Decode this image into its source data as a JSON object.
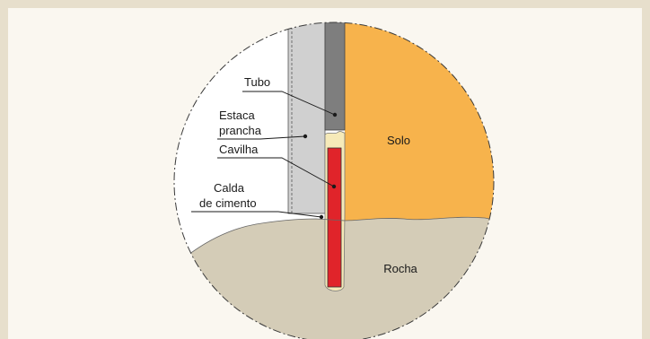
{
  "colors": {
    "frame_background": "#faf7f0",
    "frame_border": "#e7dfcc",
    "rock": "#d4ccb7",
    "soil": "#f7b34c",
    "sheet_pile": "#d0d0d0",
    "tube": "#7e7e7e",
    "dowel": "#e0242a",
    "grout": "#f6eab9",
    "outline": "#3a3a3a"
  },
  "labels": {
    "tube": "Tubo",
    "sheet_pile_line1": "Estaca",
    "sheet_pile_line2": "prancha",
    "dowel": "Cavilha",
    "grout_line1": "Calda",
    "grout_line2": "de cimento",
    "soil": "Solo",
    "rock": "Rocha"
  }
}
